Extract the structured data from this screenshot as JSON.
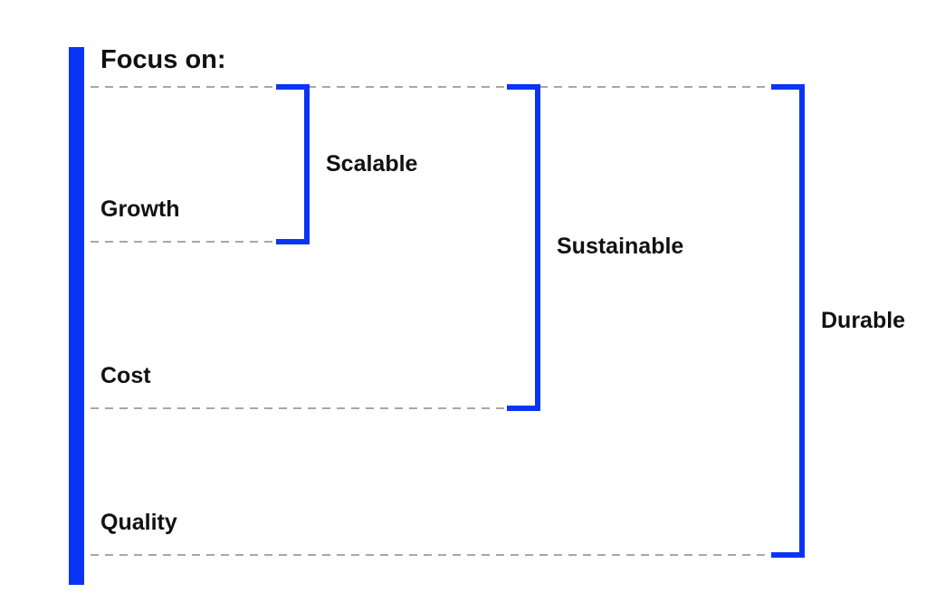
{
  "heading": "Focus on:",
  "rows": [
    {
      "label": "Growth"
    },
    {
      "label": "Cost"
    },
    {
      "label": "Quality"
    }
  ],
  "groups": [
    {
      "label": "Scalable"
    },
    {
      "label": "Sustainable"
    },
    {
      "label": "Durable"
    }
  ],
  "colors": {
    "accent": "#0a35f5",
    "text": "#111111",
    "dash": "#8a8a8a",
    "background": "#ffffff"
  }
}
